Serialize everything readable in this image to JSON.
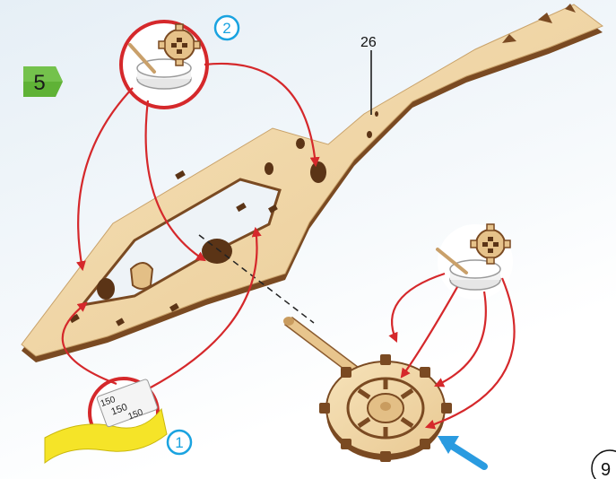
{
  "step": {
    "number": "5",
    "badge_color": "#5fb236"
  },
  "part_label": "26",
  "callouts": [
    {
      "number": "1",
      "color": "#1aa3e0"
    },
    {
      "number": "2",
      "color": "#1aa3e0"
    }
  ],
  "sandpaper_grit": [
    "150",
    "150",
    "150"
  ],
  "page_number": "9",
  "colors": {
    "wood_light": "#f0d7a8",
    "wood_edge": "#7a4a22",
    "arrow_red": "#d5282b",
    "arrow_blue": "#2a9be0",
    "sandpaper": "#f5e428"
  },
  "icons": [
    "glue-tub-icon",
    "sandpaper-icon",
    "insert-direction-arrow-icon"
  ]
}
